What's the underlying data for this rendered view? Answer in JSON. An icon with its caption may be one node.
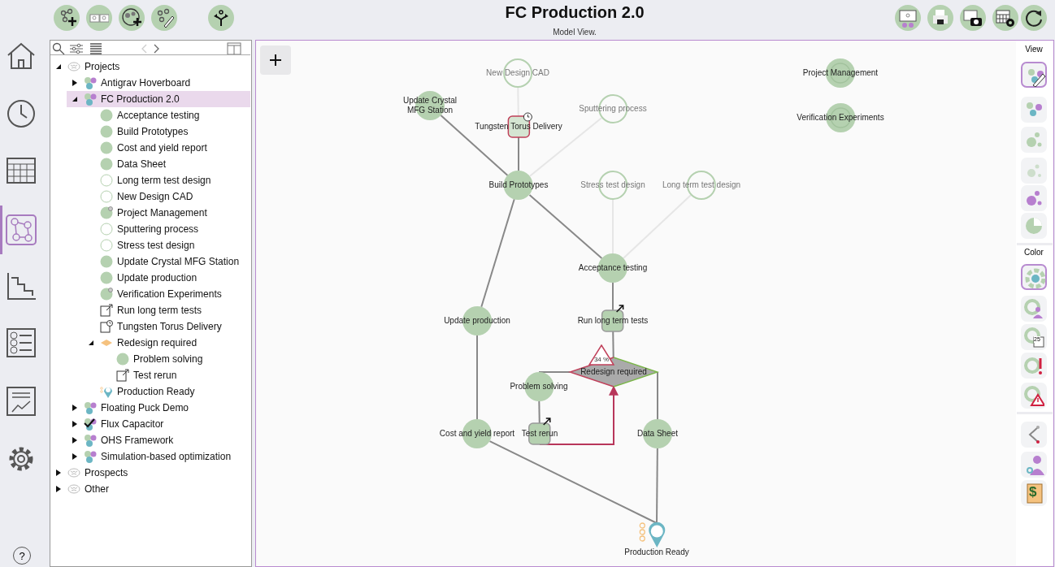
{
  "diagram": {
    "title": "FC Production 2.0",
    "nodes": [
      {
        "text": [
          "New Design CAD"
        ]
      },
      {
        "text": [
          "Update Crystal MFG Station"
        ]
      },
      {
        "text": [
          "Tungsten Torus Delivery"
        ]
      },
      {
        "text": [
          "Sputtering process"
        ]
      },
      {
        "text": [
          "Project Management"
        ]
      },
      {
        "text": [
          "Verification Experiments"
        ]
      },
      {
        "text": [
          "Build Prototypes"
        ]
      },
      {
        "text": [
          "Stress test design"
        ]
      },
      {
        "text": [
          "Long term test design"
        ]
      },
      {
        "text": [
          "Acceptance testing"
        ]
      },
      {
        "text": [
          "Run long term tests"
        ]
      },
      {
        "text": [
          "Update production"
        ]
      },
      {
        "text": [
          "Redesign required"
        ],
        "beside": [
          "34 %"
        ]
      },
      {
        "text": [
          "Problem solving"
        ]
      },
      {
        "text": [
          "Test rerun"
        ]
      },
      {
        "text": [
          "Cost and yield report"
        ]
      },
      {
        "text": [
          "Data Sheet"
        ]
      },
      {
        "text": [
          "Production Ready"
        ]
      }
    ],
    "edges": [
      {
        "from": 0,
        "to": 2,
        "arrow": "none",
        "color": "#e6e6e6"
      },
      {
        "from": 1,
        "to": 6,
        "arrow": "none"
      },
      {
        "from": 2,
        "to": 6,
        "arrow": "none"
      },
      {
        "from": 3,
        "to": 6,
        "arrow": "none",
        "color": "#e6e6e6"
      },
      {
        "from": 6,
        "to": 9,
        "arrow": "none"
      },
      {
        "from": 6,
        "to": 11,
        "arrow": "none"
      },
      {
        "from": 7,
        "to": 9,
        "arrow": "none",
        "color": "#e6e6e6"
      },
      {
        "from": 8,
        "to": 9,
        "arrow": "none",
        "color": "#e6e6e6"
      },
      {
        "from": 9,
        "to": 10,
        "arrow": "none"
      },
      {
        "from": 10,
        "to": 12,
        "arrow": "none"
      },
      {
        "from": 12,
        "to": 13,
        "arrow": "none"
      },
      {
        "from": 13,
        "to": 14,
        "arrow": "none"
      },
      {
        "from": 14,
        "to": 12,
        "arrow": "to",
        "color": "#b8365a"
      },
      {
        "from": 12,
        "to": 16,
        "arrow": "none"
      },
      {
        "from": 11,
        "to": 15,
        "arrow": "none"
      },
      {
        "from": 15,
        "to": 17,
        "arrow": "none"
      },
      {
        "from": 16,
        "to": 17,
        "arrow": "none"
      }
    ],
    "labels": [
      "Model View.",
      "Projects",
      "Antigrav Hoverboard",
      "FC Production 2.0",
      "Acceptance testing",
      "Build Prototypes",
      "Cost and yield report",
      "Data Sheet",
      "Long term test design",
      "New Design CAD",
      "Project Management",
      "Sputtering process",
      "Stress test design",
      "Update Crystal MFG Station",
      "Update production",
      "Verification Experiments",
      "Run long term tests",
      "Tungsten Torus Delivery",
      "Redesign required",
      "Problem solving",
      "Test rerun",
      "Production Ready",
      "Floating Puck Demo",
      "Flux Capacitor",
      "OHS Framework",
      "Simulation-based optimization",
      "Prospects",
      "Other",
      "View",
      "Color",
      "25",
      "$",
      "?"
    ]
  }
}
